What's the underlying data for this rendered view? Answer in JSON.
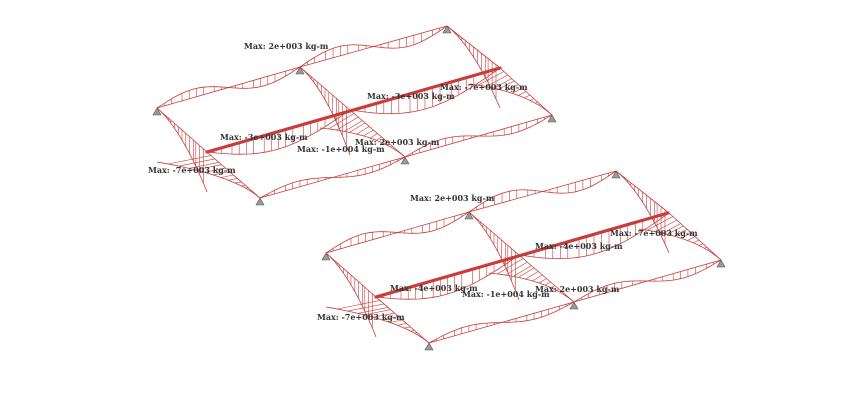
{
  "colors": {
    "background": "#ffffff",
    "diagram": "#c83c3c",
    "label_text": "#333333",
    "support": "#9a9a9a"
  },
  "top_model": {
    "labels": [
      "Max: 2e+003 kg-m",
      "Max: -3e+003 kg-m",
      "Max: -7e+003 kg-m",
      "Max: -3e+003 kg-m",
      "Max: -1e+004 kg-m",
      "Max: 2e+003 kg-m",
      "Max: -7e+003 kg-m"
    ]
  },
  "bottom_model": {
    "labels": [
      "Max: 2e+003 kg-m",
      "Max: -4e+003 kg-m",
      "Max: -7e+003 kg-m",
      "Max: -4e+003 kg-m",
      "Max: -1e+004 kg-m",
      "Max: 2e+003 kg-m",
      "Max: -7e+003 kg-m"
    ]
  },
  "icons": {
    "support": "pin-support-icon"
  }
}
